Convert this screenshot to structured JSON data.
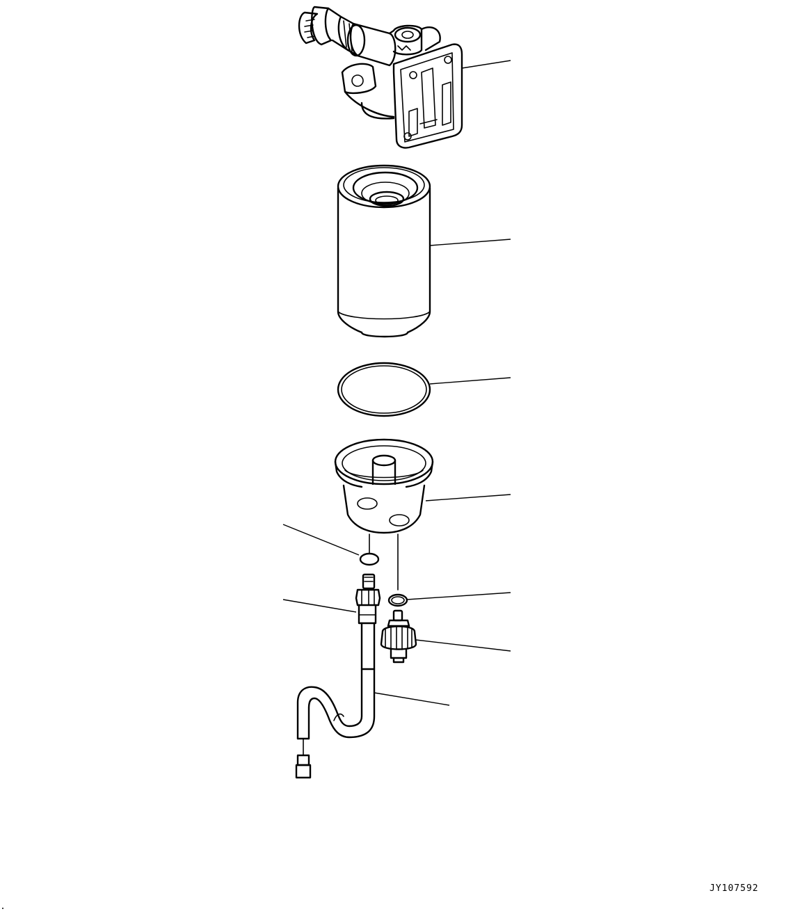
{
  "drawing": {
    "code": "JY107592",
    "parts": [
      {
        "id": "filter-head",
        "icon": "filter-head-icon"
      },
      {
        "id": "filter-cartridge",
        "icon": "filter-cartridge-icon"
      },
      {
        "id": "o-ring-large",
        "icon": "o-ring-icon"
      },
      {
        "id": "water-separator-bowl",
        "icon": "bowl-icon"
      },
      {
        "id": "o-ring-small",
        "icon": "o-ring-icon"
      },
      {
        "id": "water-sensor",
        "icon": "sensor-icon"
      },
      {
        "id": "washer",
        "icon": "washer-icon"
      },
      {
        "id": "drain-plug",
        "icon": "drain-plug-icon"
      },
      {
        "id": "sensor-harness",
        "icon": "wire-harness-icon"
      }
    ]
  }
}
